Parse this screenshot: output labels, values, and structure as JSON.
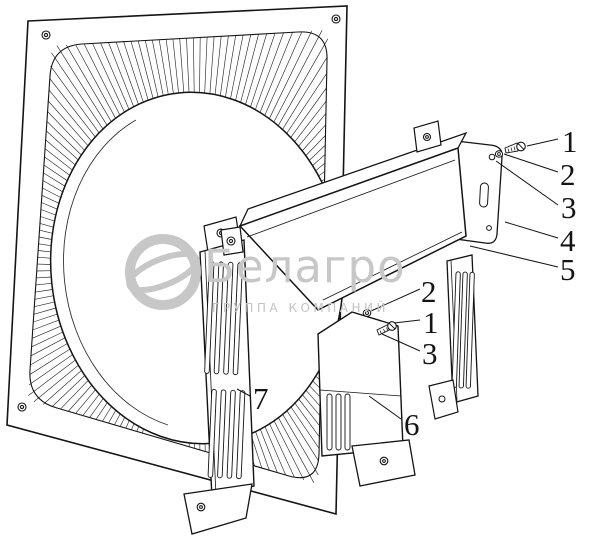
{
  "watermark": {
    "brand": "Белагро",
    "subtitle": "ГРУППА КОМПАНИЙ"
  },
  "callouts": {
    "right": [
      {
        "label": "1"
      },
      {
        "label": "2"
      },
      {
        "label": "3"
      },
      {
        "label": "4"
      },
      {
        "label": "5"
      }
    ],
    "middle": [
      {
        "label": "2"
      },
      {
        "label": "1"
      },
      {
        "label": "3"
      }
    ],
    "left_bottom": {
      "label": "7"
    },
    "center_bottom": {
      "label": "6"
    }
  },
  "colors": {
    "line": "#141414",
    "watermark": "#c7c7c7",
    "background": "#ffffff"
  }
}
